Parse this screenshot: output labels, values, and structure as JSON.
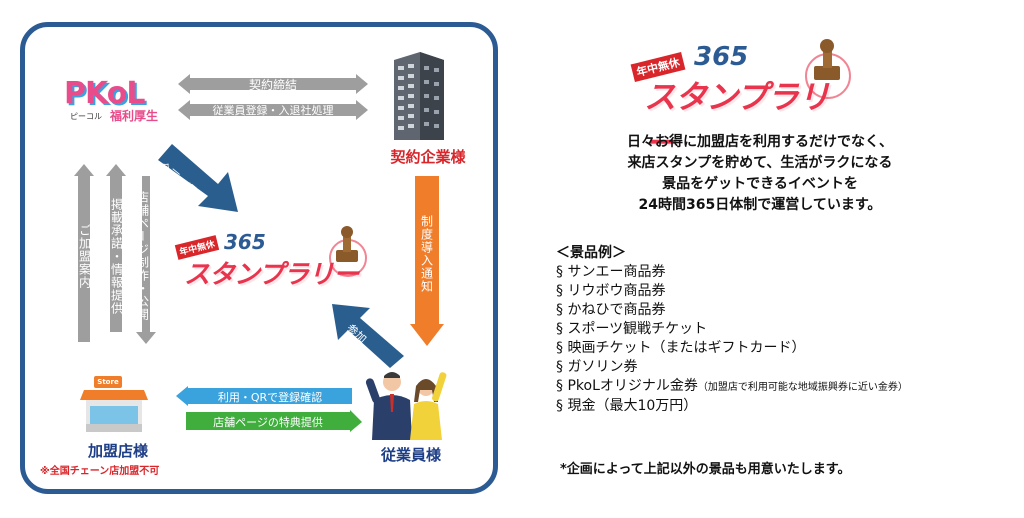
{
  "logo_pkol": {
    "main": "PKoL",
    "sub_kana": "ピーコル",
    "sub_kanji": "福利厚生"
  },
  "rally_logo": {
    "top": "年中無休",
    "num": "365",
    "main": "スタンプラリー"
  },
  "arrows": {
    "contract": "契約締結",
    "registration": "従業員登録・入退社処理",
    "planning": "企画・運営",
    "notice": "制度導入通知",
    "participation": "参加",
    "store_page": "店舗ページ制作・公開",
    "approval": "掲載承諾・情報提供",
    "join_guide": "ご加盟案内",
    "usage": "利用・QRで登録確認",
    "benefit": "店舗ページの特典提供"
  },
  "labels": {
    "company": "契約企業様",
    "store": "加盟店様",
    "store_note": "※全国チェーン店加盟不可",
    "employee": "従業員様",
    "store_sign": "Store"
  },
  "description": [
    "日々お得に加盟店を利用するだけでなく、",
    "来店スタンプを貯めて、生活がラクになる",
    "景品をゲットできるイベントを",
    "24時間365日体制で運営しています。"
  ],
  "prizes": {
    "heading": "＜景品例＞",
    "items": [
      {
        "text": "§ サンエー商品券",
        "note": ""
      },
      {
        "text": "§ リウボウ商品券",
        "note": ""
      },
      {
        "text": "§ かねひで商品券",
        "note": ""
      },
      {
        "text": "§ スポーツ観戦チケット",
        "note": ""
      },
      {
        "text": "§ 映画チケット（またはギフトカード）",
        "note": ""
      },
      {
        "text": "§ ガソリン券",
        "note": ""
      },
      {
        "text": "§ PkoLオリジナル金券",
        "note": "（加盟店で利用可能な地域振興券に近い金券）"
      },
      {
        "text": "§ 現金（最大10万円）",
        "note": ""
      }
    ],
    "footnote": "*企画によって上記以外の景品も用意いたします。"
  },
  "colors": {
    "frame": "#2c5b94",
    "gray": "#9e9e9e",
    "blue_arrow": "#2a5e8e",
    "orange": "#ef7d2a",
    "light_blue": "#3aa3de",
    "green": "#3fae3d",
    "red": "#d8262b",
    "navy": "#1e3e86"
  }
}
